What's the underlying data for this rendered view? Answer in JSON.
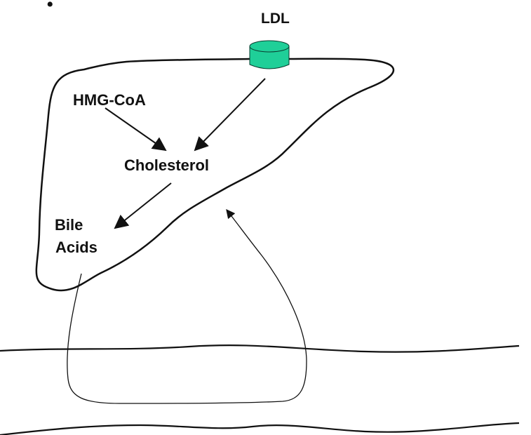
{
  "diagram": {
    "labels": {
      "ldl": "LDL",
      "hmg_coa": "HMG-CoA",
      "cholesterol": "Cholesterol",
      "bile": "Bile",
      "acids": "Acids"
    },
    "colors": {
      "receptor_fill": "#1fcf98",
      "line": "#111111"
    }
  }
}
